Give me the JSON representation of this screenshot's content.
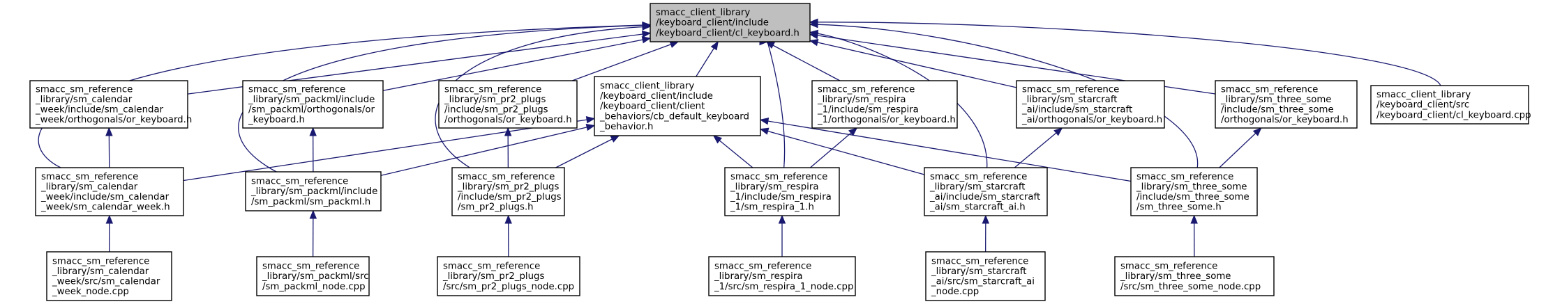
{
  "colors": {
    "edge": "#191970",
    "root_fill": "#bfbfbf",
    "node_fill": "#ffffff",
    "node_border": "#000000"
  },
  "nodes": [
    {
      "id": "root",
      "lines": [
        "smacc_client_library",
        "/keyboard_client/include",
        "/keyboard_client/cl_keyboard.h"
      ]
    },
    {
      "id": "cal_orth",
      "lines": [
        "smacc_sm_reference",
        "_library/sm_calendar",
        "_week/include/sm_calendar",
        "_week/orthogonals/or_keyboard.h"
      ]
    },
    {
      "id": "pack_orth",
      "lines": [
        "smacc_sm_reference",
        "_library/sm_packml/include",
        "/sm_packml/orthogonals/or",
        "_keyboard.h"
      ]
    },
    {
      "id": "pr2_orth",
      "lines": [
        "smacc_sm_reference",
        "_library/sm_pr2_plugs",
        "/include/sm_pr2_plugs",
        "/orthogonals/or_keyboard.h"
      ]
    },
    {
      "id": "cb_default",
      "lines": [
        "smacc_client_library",
        "/keyboard_client/include",
        "/keyboard_client/client",
        "_behaviors/cb_default_keyboard",
        "_behavior.h"
      ]
    },
    {
      "id": "resp_orth",
      "lines": [
        "smacc_sm_reference",
        "_library/sm_respira",
        "_1/include/sm_respira",
        "_1/orthogonals/or_keyboard.h"
      ]
    },
    {
      "id": "star_orth",
      "lines": [
        "smacc_sm_reference",
        "_library/sm_starcraft",
        "_ai/include/sm_starcraft",
        "_ai/orthogonals/or_keyboard.h"
      ]
    },
    {
      "id": "three_orth",
      "lines": [
        "smacc_sm_reference",
        "_library/sm_three_some",
        "/include/sm_three_some",
        "/orthogonals/or_keyboard.h"
      ]
    },
    {
      "id": "cl_cpp",
      "lines": [
        "smacc_client_library",
        "/keyboard_client/src",
        "/keyboard_client/cl_keyboard.cpp"
      ]
    },
    {
      "id": "cal_h",
      "lines": [
        "smacc_sm_reference",
        "_library/sm_calendar",
        "_week/include/sm_calendar",
        "_week/sm_calendar_week.h"
      ]
    },
    {
      "id": "pack_h",
      "lines": [
        "smacc_sm_reference",
        "_library/sm_packml/include",
        "/sm_packml/sm_packml.h"
      ]
    },
    {
      "id": "pr2_h",
      "lines": [
        "smacc_sm_reference",
        "_library/sm_pr2_plugs",
        "/include/sm_pr2_plugs",
        "/sm_pr2_plugs.h"
      ]
    },
    {
      "id": "resp_h",
      "lines": [
        "smacc_sm_reference",
        "_library/sm_respira",
        "_1/include/sm_respira",
        "_1/sm_respira_1.h"
      ]
    },
    {
      "id": "star_h",
      "lines": [
        "smacc_sm_reference",
        "_library/sm_starcraft",
        "_ai/include/sm_starcraft",
        "_ai/sm_starcraft_ai.h"
      ]
    },
    {
      "id": "three_h",
      "lines": [
        "smacc_sm_reference",
        "_library/sm_three_some",
        "/include/sm_three_some",
        "/sm_three_some.h"
      ]
    },
    {
      "id": "cal_node",
      "lines": [
        "smacc_sm_reference",
        "_library/sm_calendar",
        "_week/src/sm_calendar",
        "_week_node.cpp"
      ]
    },
    {
      "id": "pack_node",
      "lines": [
        "smacc_sm_reference",
        "_library/sm_packml/src",
        "/sm_packml_node.cpp"
      ]
    },
    {
      "id": "pr2_node",
      "lines": [
        "smacc_sm_reference",
        "_library/sm_pr2_plugs",
        "/src/sm_pr2_plugs_node.cpp"
      ]
    },
    {
      "id": "resp_node",
      "lines": [
        "smacc_sm_reference",
        "_library/sm_respira",
        "_1/src/sm_respira_1_node.cpp"
      ]
    },
    {
      "id": "star_node",
      "lines": [
        "smacc_sm_reference",
        "_library/sm_starcraft",
        "_ai/src/sm_starcraft_ai",
        "_node.cpp"
      ]
    },
    {
      "id": "three_node",
      "lines": [
        "smacc_sm_reference",
        "_library/sm_three_some",
        "/src/sm_three_some_node.cpp"
      ]
    }
  ],
  "edges": [
    {
      "from": "cal_orth",
      "to": "root"
    },
    {
      "from": "pack_orth",
      "to": "root"
    },
    {
      "from": "pr2_orth",
      "to": "root"
    },
    {
      "from": "cb_default",
      "to": "root"
    },
    {
      "from": "resp_orth",
      "to": "root"
    },
    {
      "from": "star_orth",
      "to": "root"
    },
    {
      "from": "three_orth",
      "to": "root"
    },
    {
      "from": "cl_cpp",
      "to": "root"
    },
    {
      "from": "cal_h",
      "to": "root"
    },
    {
      "from": "pack_h",
      "to": "root"
    },
    {
      "from": "pr2_h",
      "to": "root"
    },
    {
      "from": "resp_h",
      "to": "root"
    },
    {
      "from": "star_h",
      "to": "root"
    },
    {
      "from": "three_h",
      "to": "root"
    },
    {
      "from": "cal_h",
      "to": "cal_orth"
    },
    {
      "from": "pack_h",
      "to": "pack_orth"
    },
    {
      "from": "pr2_h",
      "to": "pr2_orth"
    },
    {
      "from": "resp_h",
      "to": "resp_orth"
    },
    {
      "from": "star_h",
      "to": "star_orth"
    },
    {
      "from": "three_h",
      "to": "three_orth"
    },
    {
      "from": "cal_h",
      "to": "cb_default"
    },
    {
      "from": "pack_h",
      "to": "cb_default"
    },
    {
      "from": "pr2_h",
      "to": "cb_default"
    },
    {
      "from": "resp_h",
      "to": "cb_default"
    },
    {
      "from": "star_h",
      "to": "cb_default"
    },
    {
      "from": "three_h",
      "to": "cb_default"
    },
    {
      "from": "cal_node",
      "to": "cal_h"
    },
    {
      "from": "pack_node",
      "to": "pack_h"
    },
    {
      "from": "pr2_node",
      "to": "pr2_h"
    },
    {
      "from": "resp_node",
      "to": "resp_h"
    },
    {
      "from": "star_node",
      "to": "star_h"
    },
    {
      "from": "three_node",
      "to": "three_h"
    }
  ]
}
